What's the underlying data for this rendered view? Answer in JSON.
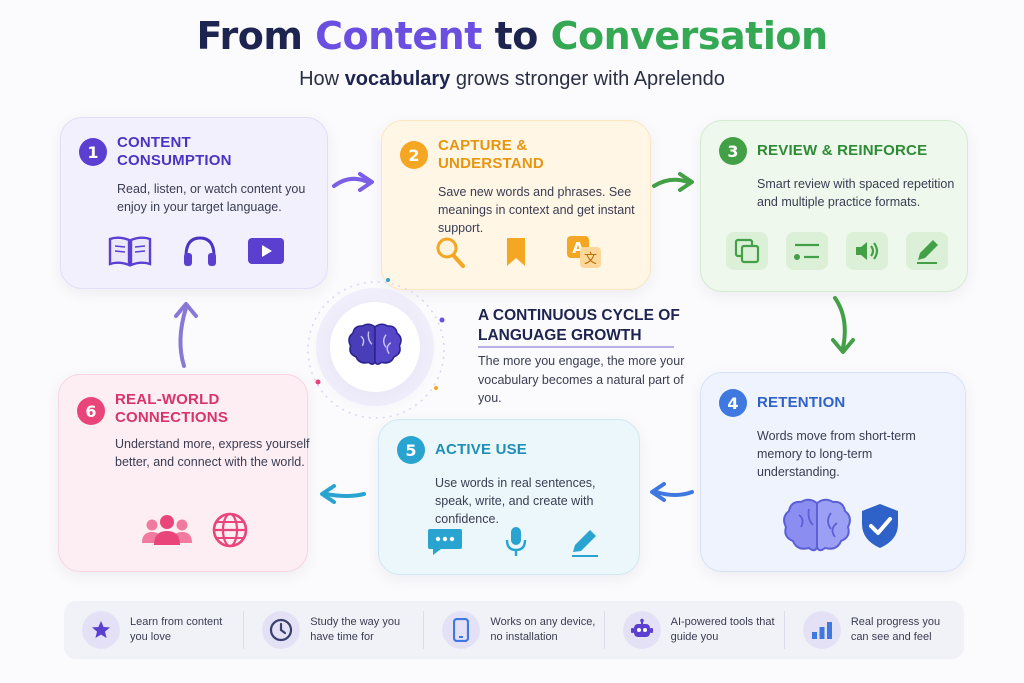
{
  "header": {
    "title_part1": "From ",
    "title_part2": "Content",
    "title_part3": " to ",
    "title_part4": "Conversation",
    "subtitle_part1": "How ",
    "subtitle_bold": "vocabulary",
    "subtitle_part2": " grows stronger with Aprelendo"
  },
  "steps": [
    {
      "num": "1",
      "title": "CONTENT CONSUMPTION",
      "desc": "Read, listen, or watch content you enjoy in your target language.",
      "icons": [
        "book-icon",
        "headphones-icon",
        "video-play-icon"
      ]
    },
    {
      "num": "2",
      "title": "CAPTURE & UNDERSTAND",
      "desc": "Save new words and phrases. See meanings in context and get instant support.",
      "icons": [
        "magnifier-icon",
        "bookmark-icon",
        "translate-icon"
      ]
    },
    {
      "num": "3",
      "title": "REVIEW & REINFORCE",
      "desc": "Smart review with spaced repetition and multiple practice formats.",
      "icons": [
        "flashcards-icon",
        "list-icon",
        "audio-icon",
        "pencil-icon"
      ]
    },
    {
      "num": "4",
      "title": "RETENTION",
      "desc": "Words move from short-term memory to long-term understanding.",
      "icons": [
        "brain-icon",
        "shield-check-icon"
      ]
    },
    {
      "num": "5",
      "title": "ACTIVE USE",
      "desc": "Use words in real sentences, speak, write, and create with confidence.",
      "icons": [
        "chat-icon",
        "microphone-icon",
        "pen-icon"
      ]
    },
    {
      "num": "6",
      "title": "REAL-WORLD CONNECTIONS",
      "desc": "Understand more, express yourself better, and connect with the world.",
      "icons": [
        "people-icon",
        "globe-icon"
      ]
    }
  ],
  "center": {
    "title": "A CONTINUOUS CYCLE OF LANGUAGE GROWTH",
    "desc": "The more you engage, the more your vocabulary becomes a natural part of you.",
    "icon": "brain-icon"
  },
  "features": [
    {
      "icon": "star-icon",
      "text": "Learn from content you love"
    },
    {
      "icon": "clock-icon",
      "text": "Study the way you have time for"
    },
    {
      "icon": "phone-icon",
      "text": "Works on any device, no installation"
    },
    {
      "icon": "robot-icon",
      "text": "AI-powered tools that guide you"
    },
    {
      "icon": "bar-chart-icon",
      "text": "Real progress you can see and feel"
    }
  ],
  "colors": {
    "step1": "#5b3fd1",
    "step2": "#f5a623",
    "step3": "#43a047",
    "step4": "#3f79e0",
    "step5": "#29a3cf",
    "step6": "#e9457a"
  }
}
